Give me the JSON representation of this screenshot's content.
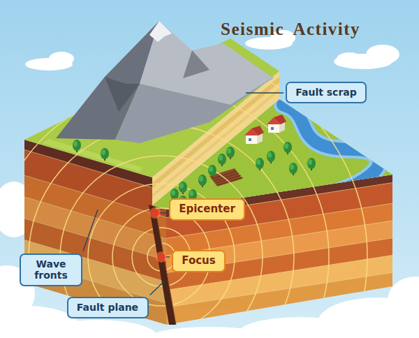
{
  "diagram": {
    "title": "Seismic Activity",
    "nodes": [
      {
        "text": [
          "Fault scrap"
        ]
      },
      {
        "text": [
          "Epicenter"
        ]
      },
      {
        "text": [
          "Focus"
        ]
      },
      {
        "text": [
          "Wave fronts"
        ]
      },
      {
        "text": [
          "Fault plane"
        ]
      }
    ]
  }
}
